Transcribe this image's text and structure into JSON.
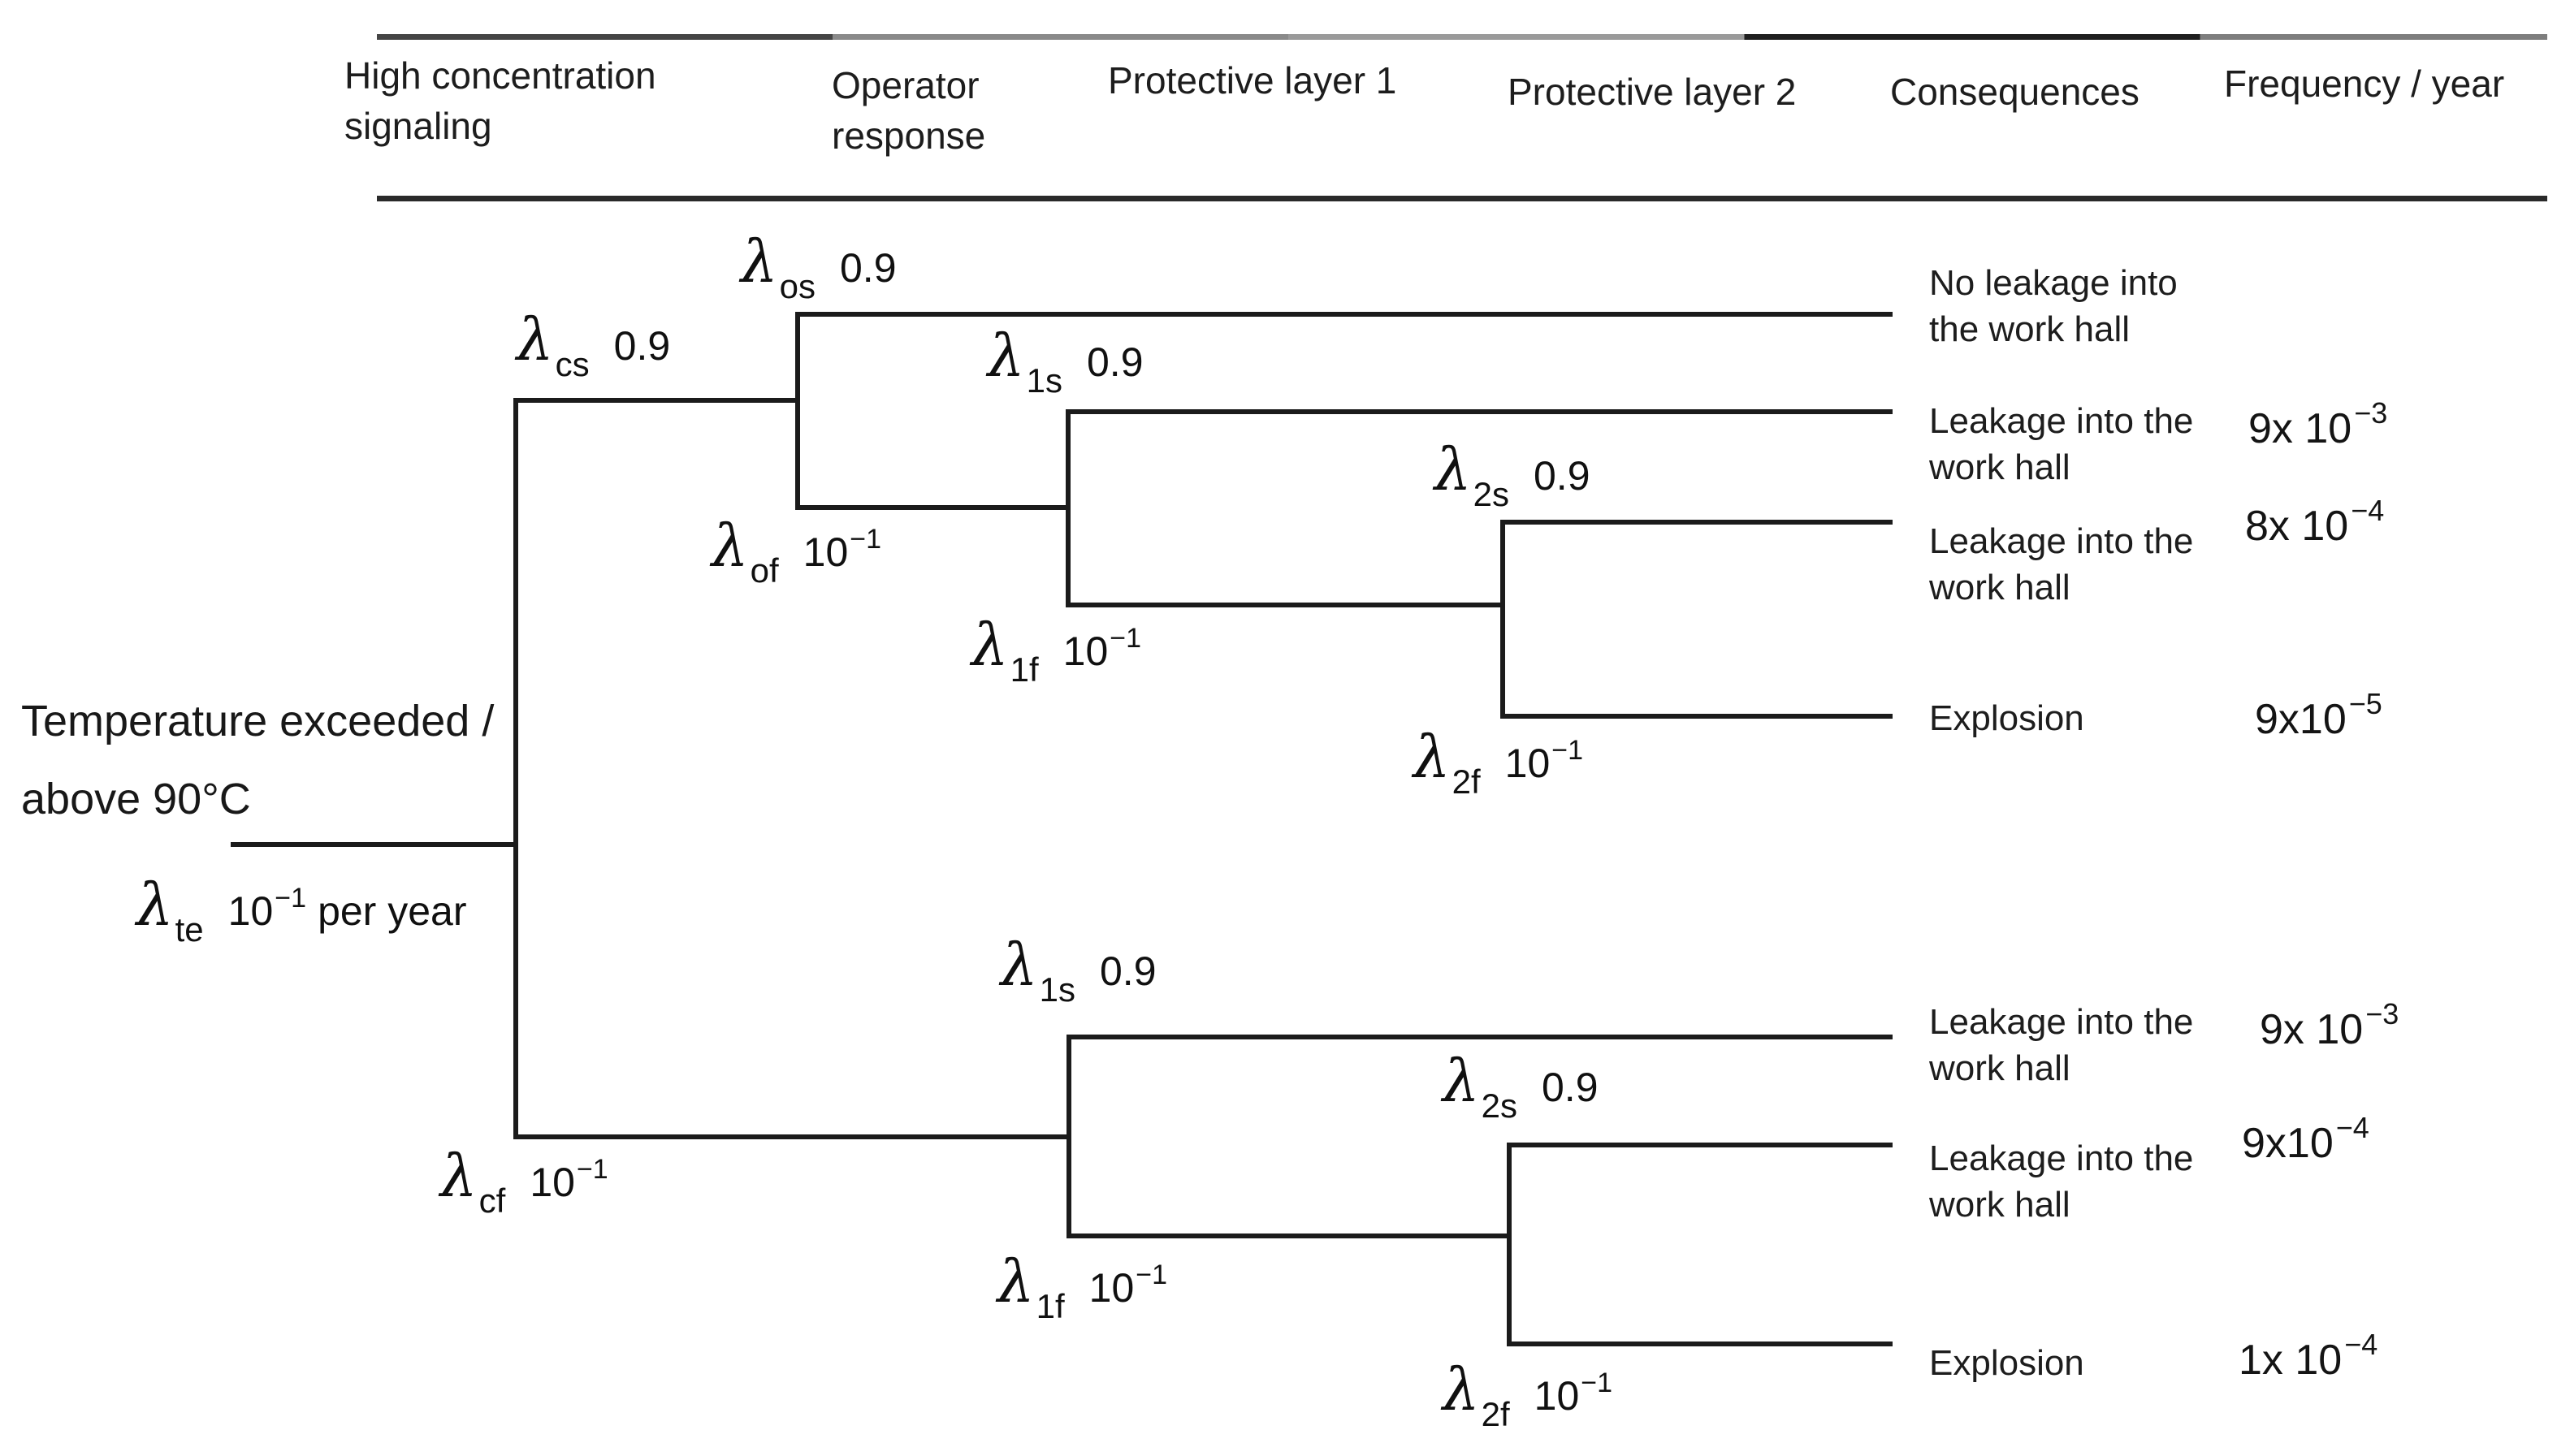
{
  "header": {
    "columns": [
      {
        "label": "High concentration\nsignaling"
      },
      {
        "label": "Operator\nresponse"
      },
      {
        "label": "Protective layer 1"
      },
      {
        "label": "Protective layer 2"
      },
      {
        "label": "Consequences"
      },
      {
        "label": "Frequency / year"
      }
    ]
  },
  "initiating_event": {
    "title": "Temperature exceeded /\nabove 90°C"
  },
  "labels": {
    "te": {
      "lambda": "λ",
      "sub": "te",
      "mant": "10",
      "exp": "−1",
      "suffix": "per year"
    },
    "cs": {
      "lambda": "λ",
      "sub": "cs",
      "mant": "0.9",
      "exp": ""
    },
    "cf": {
      "lambda": "λ",
      "sub": "cf",
      "mant": "10",
      "exp": "−1"
    },
    "os": {
      "lambda": "λ",
      "sub": "os",
      "mant": "0.9",
      "exp": ""
    },
    "of": {
      "lambda": "λ",
      "sub": "of",
      "mant": "10",
      "exp": "−1"
    },
    "s1_upper": {
      "lambda": "λ",
      "sub": "1s",
      "mant": "0.9",
      "exp": ""
    },
    "f1_upper": {
      "lambda": "λ",
      "sub": "1f",
      "mant": "10",
      "exp": "−1"
    },
    "s2_upper": {
      "lambda": "λ",
      "sub": "2s",
      "mant": "0.9",
      "exp": ""
    },
    "f2_upper": {
      "lambda": "λ",
      "sub": "2f",
      "mant": "10",
      "exp": "−1"
    },
    "s1_lower": {
      "lambda": "λ",
      "sub": "1s",
      "mant": "0.9",
      "exp": ""
    },
    "f1_lower": {
      "lambda": "λ",
      "sub": "1f",
      "mant": "10",
      "exp": "−1"
    },
    "s2_lower": {
      "lambda": "λ",
      "sub": "2s",
      "mant": "0.9",
      "exp": ""
    },
    "f2_lower": {
      "lambda": "λ",
      "sub": "2f",
      "mant": "10",
      "exp": "−1"
    }
  },
  "outcomes": [
    {
      "consequence": "No leakage into\nthe work hall",
      "freq_mant": "",
      "freq_exp": ""
    },
    {
      "consequence": "Leakage into the\nwork hall",
      "freq_mant": "9x 10",
      "freq_exp": "−3"
    },
    {
      "consequence": "Leakage into the\nwork hall",
      "freq_mant": "8x 10",
      "freq_exp": "−4"
    },
    {
      "consequence": "Explosion",
      "freq_mant": "9x10",
      "freq_exp": "−5"
    },
    {
      "consequence": "Leakage into the\nwork hall",
      "freq_mant": "9x 10",
      "freq_exp": "−3"
    },
    {
      "consequence": "Leakage into the\nwork hall",
      "freq_mant": "9x10",
      "freq_exp": "−4"
    },
    {
      "consequence": "Explosion",
      "freq_mant": "1x 10",
      "freq_exp": "−4"
    }
  ]
}
